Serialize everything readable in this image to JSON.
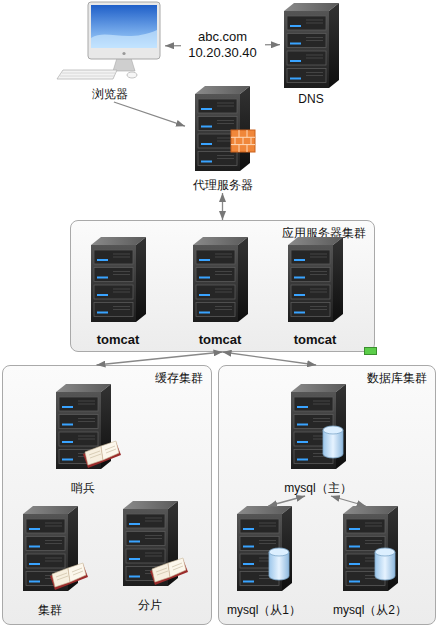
{
  "diagram": {
    "nodes": [
      {
        "text": [
          "浏览器"
        ]
      },
      {
        "text": [
          "DNS"
        ]
      },
      {
        "text": [
          "代理服务器"
        ]
      },
      {
        "text": [
          "应用服务器集群"
        ]
      },
      {
        "text": [
          "tomcat"
        ],
        "in": 3
      },
      {
        "text": [
          "tomcat"
        ],
        "in": 3
      },
      {
        "text": [
          "tomcat"
        ],
        "in": 3
      },
      {
        "text": [
          "缓存集群"
        ]
      },
      {
        "text": [
          "哨兵"
        ],
        "in": 7
      },
      {
        "text": [
          "集群"
        ],
        "in": 7
      },
      {
        "text": [
          "分片"
        ],
        "in": 7
      },
      {
        "text": [
          "数据库集群"
        ]
      },
      {
        "text": [
          "mysql（主）"
        ],
        "in": 11
      },
      {
        "text": [
          "mysql（从1）"
        ],
        "in": 11
      },
      {
        "text": [
          "mysql（从2）"
        ],
        "in": 11
      }
    ],
    "edges": [
      {
        "from": 0,
        "to": 1,
        "arrow": "both",
        "label": "abc.com 10.20.30.40"
      },
      {
        "from": 0,
        "to": 2,
        "arrow": "to"
      },
      {
        "from": 2,
        "to": 3,
        "arrow": "both"
      },
      {
        "from": 3,
        "to": 7,
        "arrow": "both"
      },
      {
        "from": 3,
        "to": 11,
        "arrow": "both"
      },
      {
        "from": 12,
        "to": 13,
        "arrow": "both"
      },
      {
        "from": 12,
        "to": 14,
        "arrow": "both"
      }
    ]
  }
}
